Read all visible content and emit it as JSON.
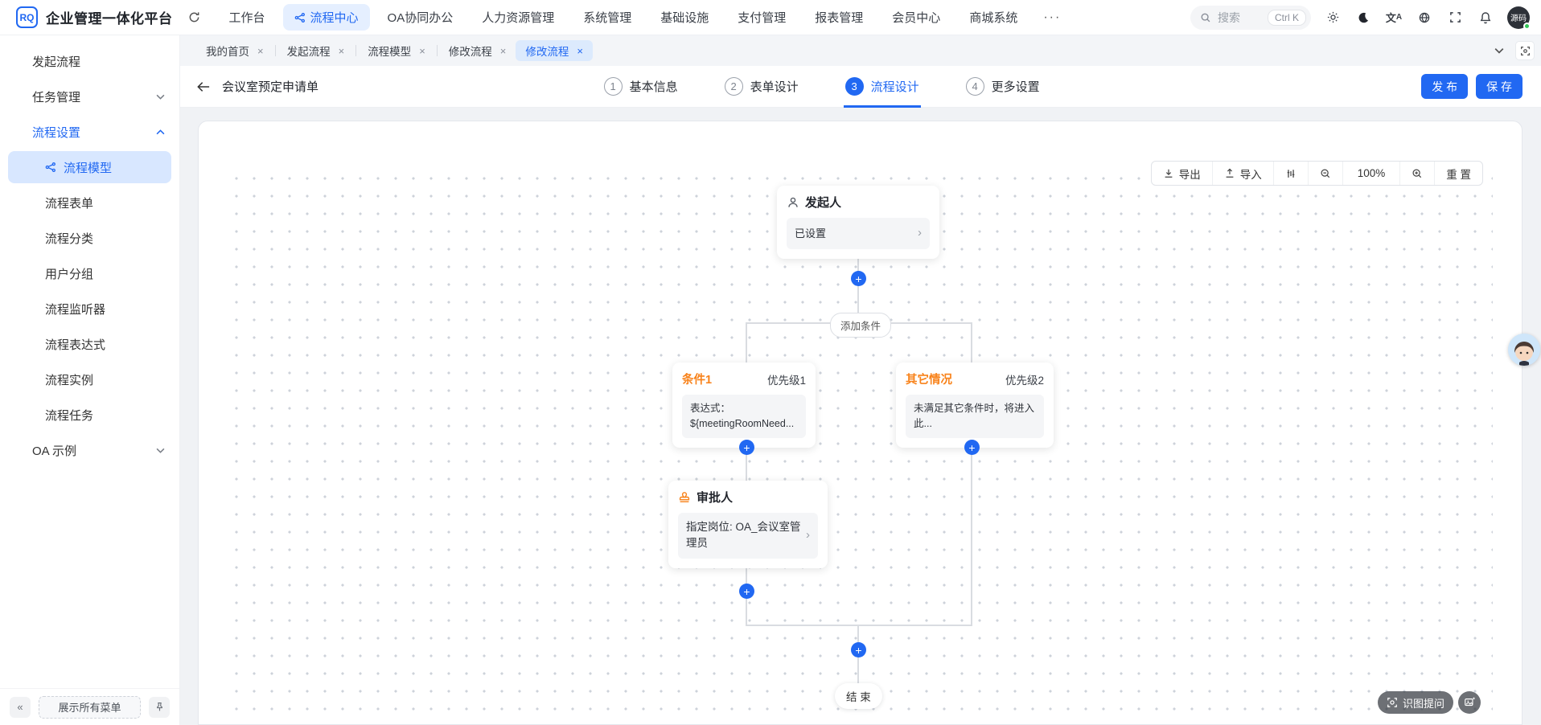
{
  "app": {
    "title": "企业管理一体化平台",
    "logo_text": "RQ",
    "user_avatar_text": "源码"
  },
  "icons": {
    "close": "×",
    "chevron_right": "›",
    "plus": "+",
    "collapse": "«",
    "more": "···"
  },
  "navbar": {
    "menus": [
      "工作台",
      "流程中心",
      "OA协同办公",
      "人力资源管理",
      "系统管理",
      "基础设施",
      "支付管理",
      "报表管理",
      "会员中心",
      "商城系统"
    ],
    "active_menu": "流程中心",
    "search_placeholder": "搜索",
    "search_shortcut": "Ctrl K"
  },
  "sidebar": {
    "items": [
      "发起流程",
      "任务管理",
      "流程设置",
      "OA 示例"
    ],
    "children": [
      "流程模型",
      "流程表单",
      "流程分类",
      "用户分组",
      "流程监听器",
      "流程表达式",
      "流程实例",
      "流程任务"
    ],
    "active_child": "流程模型",
    "footer_show_all": "展示所有菜单"
  },
  "tabs": [
    "我的首页",
    "发起流程",
    "流程模型",
    "修改流程",
    "修改流程"
  ],
  "header": {
    "title": "会议室预定申请单",
    "steps": [
      {
        "num": "1",
        "label": "基本信息"
      },
      {
        "num": "2",
        "label": "表单设计"
      },
      {
        "num": "3",
        "label": "流程设计"
      },
      {
        "num": "4",
        "label": "更多设置"
      }
    ],
    "active_step": "3",
    "publish_label": "发 布",
    "save_label": "保 存"
  },
  "canvas_toolbar": {
    "export_label": "导出",
    "import_label": "导入",
    "zoom_level": "100%",
    "reset_label": "重 置"
  },
  "flow": {
    "start": {
      "title": "发起人",
      "value": "已设置"
    },
    "add_condition_label": "添加条件",
    "conditions": [
      {
        "title": "条件1",
        "priority": "优先级1",
        "body": "表达式：${meetingRoomNeed..."
      },
      {
        "title": "其它情况",
        "priority": "优先级2",
        "body": "未满足其它条件时，将进入此..."
      }
    ],
    "approver": {
      "title": "审批人",
      "value": "指定岗位: OA_会议室管理员"
    },
    "end_label": "结 束"
  },
  "floating": {
    "ask_label": "识图提问"
  },
  "colors": {
    "accent": "#2168f2",
    "orange": "#f8821a",
    "canvas_dot": "#cdd2da"
  }
}
